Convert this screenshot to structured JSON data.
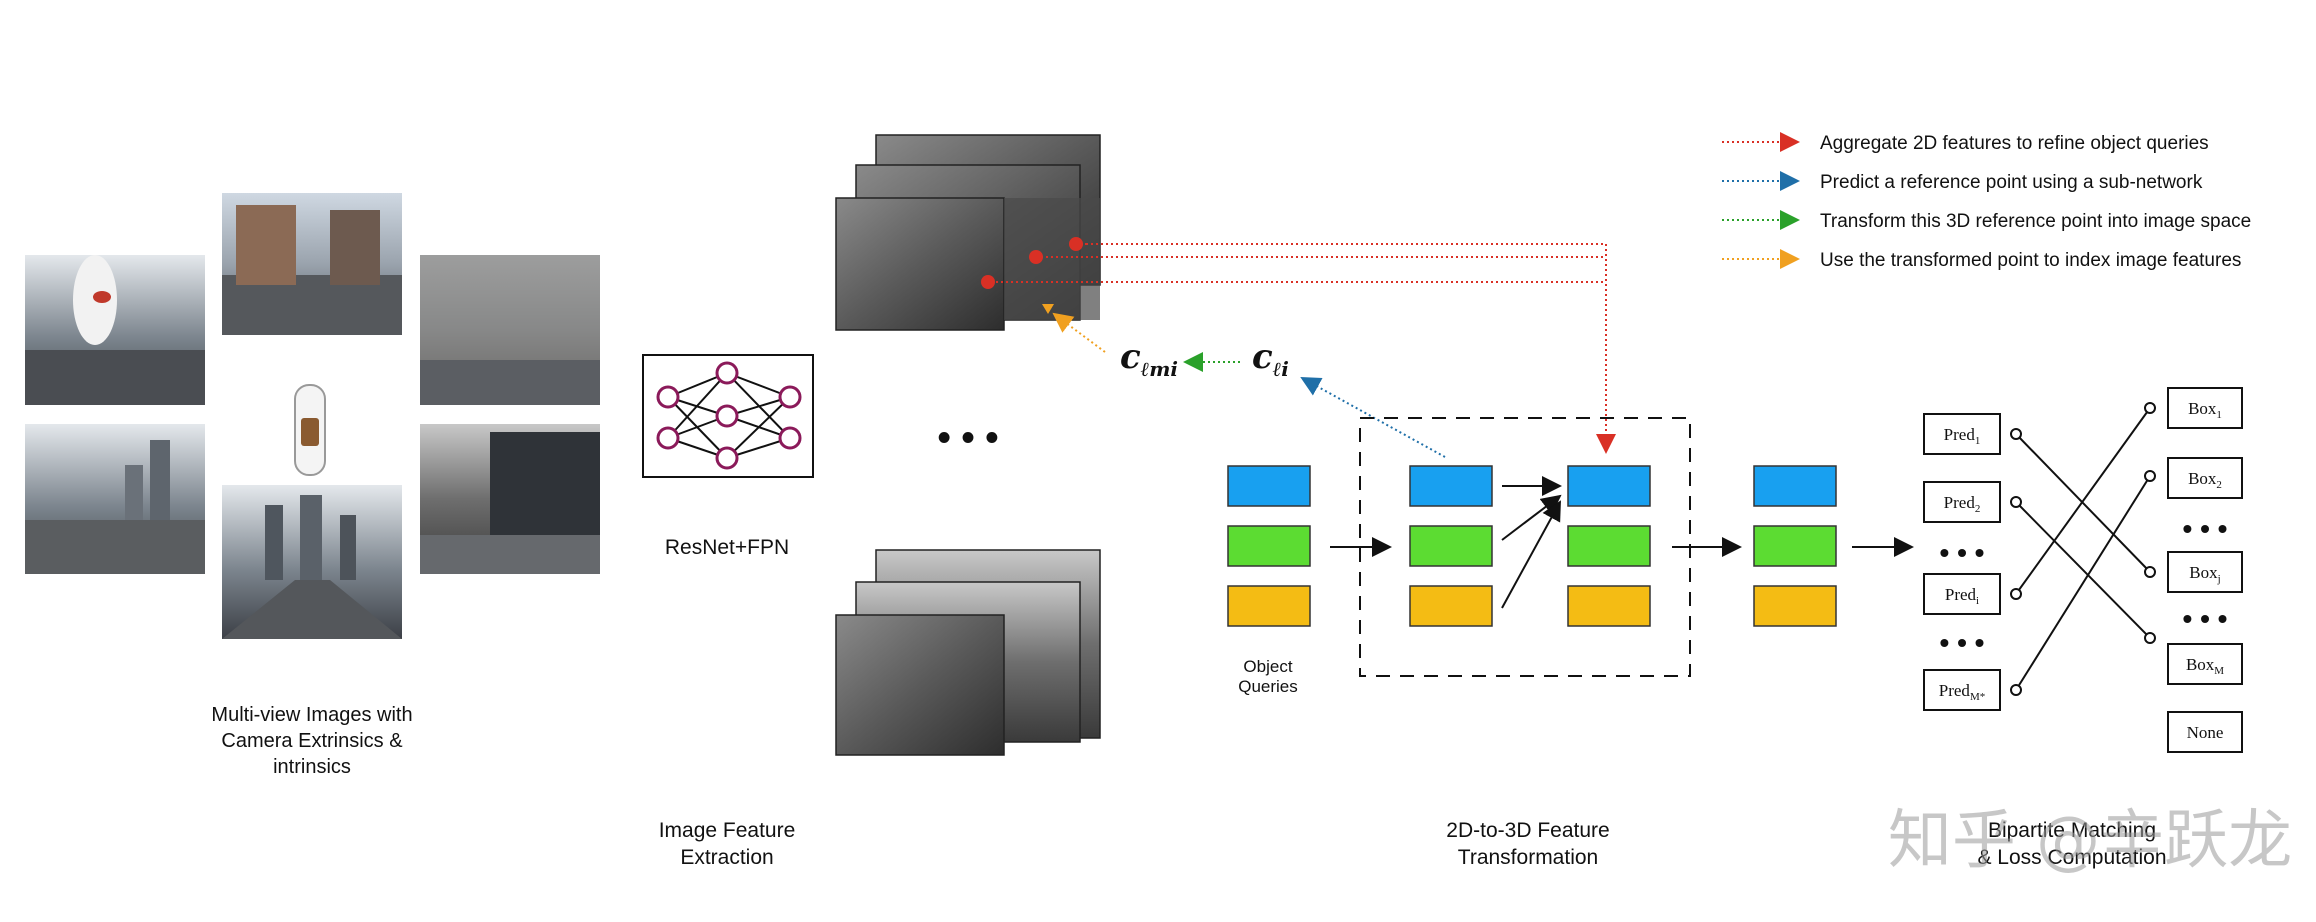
{
  "captions": {
    "multiview": [
      "Multi-view Images with",
      "Camera Extrinsics &",
      "intrinsics"
    ],
    "feature_extraction": [
      "Image Feature",
      "Extraction"
    ],
    "transformation": [
      "2D-to-3D Feature",
      "Transformation"
    ],
    "matching": [
      "Bipartite Matching",
      "& Loss Computation"
    ]
  },
  "backbone_label": "ResNet+FPN",
  "object_queries_label": [
    "Object",
    "Queries"
  ],
  "math": {
    "c_mi": "c",
    "c_mi_sub": "ℓmi",
    "c_i": "c",
    "c_i_sub": "ℓi"
  },
  "ellipsis": "• • •",
  "legend": [
    {
      "text": "Aggregate 2D features to refine object queries",
      "color": "#d93025"
    },
    {
      "text": "Predict a reference point using a sub-network",
      "color": "#1f6fa8"
    },
    {
      "text": "Transform this 3D reference point into image space",
      "color": "#2aa12a"
    },
    {
      "text": "Use the transformed point to index image features",
      "color": "#f0a020"
    }
  ],
  "preds": [
    {
      "base": "Pred",
      "sub": "1"
    },
    {
      "base": "Pred",
      "sub": "2"
    },
    {
      "base": "Pred",
      "sub": "i"
    },
    {
      "base": "Pred",
      "sub": "M*"
    }
  ],
  "boxes": [
    {
      "base": "Box",
      "sub": "1"
    },
    {
      "base": "Box",
      "sub": "2"
    },
    {
      "base": "Box",
      "sub": "j"
    },
    {
      "base": "Box",
      "sub": "M"
    },
    {
      "base": "None",
      "sub": ""
    }
  ],
  "query_colors": {
    "blue": "#18a0f0",
    "green": "#5cdc32",
    "yellow": "#f4bc14"
  },
  "watermark": "知乎 @辛跃龙"
}
